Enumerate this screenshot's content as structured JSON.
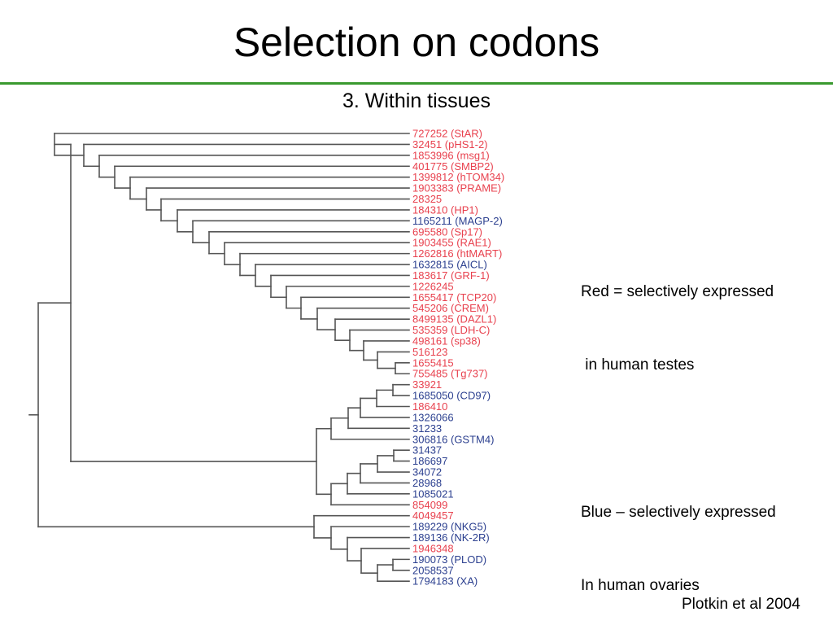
{
  "slide": {
    "title": "Selection on codons",
    "subtitle": "3. Within tissues",
    "citation": "Plotkin et al 2004"
  },
  "legend": {
    "red_line1": "Red = selectively expressed",
    "red_line2": " in human testes",
    "blue_line1": "Blue – selectively expressed",
    "blue_line2": "In human ovaries"
  },
  "colors": {
    "red": "#e8414e",
    "blue": "#2b3f8f",
    "branch": "#555555",
    "rule": "#3a9a2f"
  },
  "dendrogram": {
    "leaves": [
      {
        "label": "727252 (StAR)",
        "group": "red"
      },
      {
        "label": "32451 (pHS1-2)",
        "group": "red"
      },
      {
        "label": "1853996 (msg1)",
        "group": "red"
      },
      {
        "label": "401775 (SMBP2)",
        "group": "red"
      },
      {
        "label": "1399812 (hTOM34)",
        "group": "red"
      },
      {
        "label": "1903383 (PRAME)",
        "group": "red"
      },
      {
        "label": "28325",
        "group": "red"
      },
      {
        "label": "184310 (HP1)",
        "group": "red"
      },
      {
        "label": "1165211 (MAGP-2)",
        "group": "blue"
      },
      {
        "label": "695580 (Sp17)",
        "group": "red"
      },
      {
        "label": "1903455 (RAE1)",
        "group": "red"
      },
      {
        "label": "1262816 (htMART)",
        "group": "red"
      },
      {
        "label": "1632815 (AICL)",
        "group": "blue"
      },
      {
        "label": "183617 (GRF-1)",
        "group": "red"
      },
      {
        "label": "1226245",
        "group": "red"
      },
      {
        "label": "1655417 (TCP20)",
        "group": "red"
      },
      {
        "label": "545206 (CREM)",
        "group": "red"
      },
      {
        "label": "8499135 (DAZL1)",
        "group": "red"
      },
      {
        "label": "535359 (LDH-C)",
        "group": "red"
      },
      {
        "label": "498161 (sp38)",
        "group": "red"
      },
      {
        "label": "516123",
        "group": "red"
      },
      {
        "label": "1655415",
        "group": "red"
      },
      {
        "label": "755485 (Tg737)",
        "group": "red"
      },
      {
        "label": "33921",
        "group": "red"
      },
      {
        "label": "1685050 (CD97)",
        "group": "blue"
      },
      {
        "label": "186410",
        "group": "red"
      },
      {
        "label": "1326066",
        "group": "blue"
      },
      {
        "label": "31233",
        "group": "blue"
      },
      {
        "label": "306816 (GSTM4)",
        "group": "blue"
      },
      {
        "label": "31437",
        "group": "blue"
      },
      {
        "label": "186697",
        "group": "blue"
      },
      {
        "label": "34072",
        "group": "blue"
      },
      {
        "label": "28968",
        "group": "blue"
      },
      {
        "label": "1085021",
        "group": "blue"
      },
      {
        "label": "854099",
        "group": "red"
      },
      {
        "label": "4049457",
        "group": "red"
      },
      {
        "label": "189229 (NKG5)",
        "group": "blue"
      },
      {
        "label": "189136 (NK-2R)",
        "group": "blue"
      },
      {
        "label": "1946348",
        "group": "red"
      },
      {
        "label": "190073 (PLOD)",
        "group": "blue"
      },
      {
        "label": "2058537",
        "group": "blue"
      },
      {
        "label": "1794183 (XA)",
        "group": "blue"
      }
    ]
  }
}
